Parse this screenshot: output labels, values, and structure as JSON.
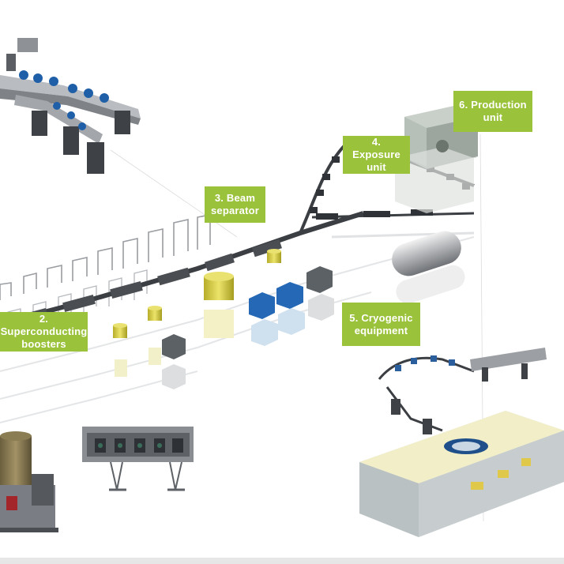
{
  "labels": {
    "beam_separator": [
      "3. Beam",
      "separator"
    ],
    "exposure_unit": [
      "4. Exposure",
      "unit"
    ],
    "production_unit": [
      "6. Production",
      "unit"
    ],
    "superconducting_boosters": [
      "2. Superconducting",
      "boosters"
    ],
    "cryogenic_equipment": [
      "5. Cryogenic",
      "equipment"
    ]
  },
  "colors": {
    "label_green": "#9bc23b",
    "magnet_blue": "#2a6fb0",
    "cryo_yellow": "#d9d24a",
    "steel_grey": "#8c8f94"
  }
}
